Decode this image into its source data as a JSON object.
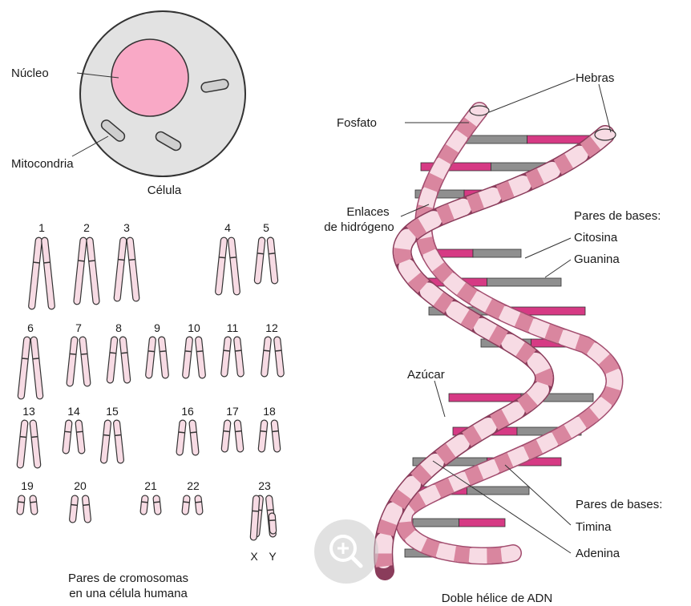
{
  "cell": {
    "caption": "Célula",
    "nucleus_label": "Núcleo",
    "mitochondria_label": "Mitocondria"
  },
  "karyotype": {
    "caption_line1": "Pares de cromosomas",
    "caption_line2": "en una célula humana",
    "numbers": [
      "1",
      "2",
      "3",
      "4",
      "5",
      "6",
      "7",
      "8",
      "9",
      "10",
      "11",
      "12",
      "13",
      "14",
      "15",
      "16",
      "17",
      "18",
      "19",
      "20",
      "21",
      "22",
      "23"
    ],
    "sex_x": "X",
    "sex_y": "Y"
  },
  "dna": {
    "caption": "Doble hélice de ADN",
    "labels": {
      "phosphate": "Fosfato",
      "strands": "Hebras",
      "hydrogen_bonds_line1": "Enlaces",
      "hydrogen_bonds_line2": "de hidrógeno",
      "base_pairs_top": "Pares de bases:",
      "cytosine": "Citosina",
      "guanine": "Guanina",
      "sugar": "Azúcar",
      "base_pairs_bottom": "Pares de bases:",
      "thymine": "Timina",
      "adenine": "Adenina"
    }
  },
  "colors": {
    "pink_dark": "#d9869f",
    "pink_light": "#f7dbe4",
    "magenta": "#d63a84",
    "gray_base": "#8f8f8f",
    "nucleus": "#f9a9c6",
    "cell": "#e2e2e2"
  },
  "controls": {
    "zoom_icon": "zoom-in-icon"
  }
}
